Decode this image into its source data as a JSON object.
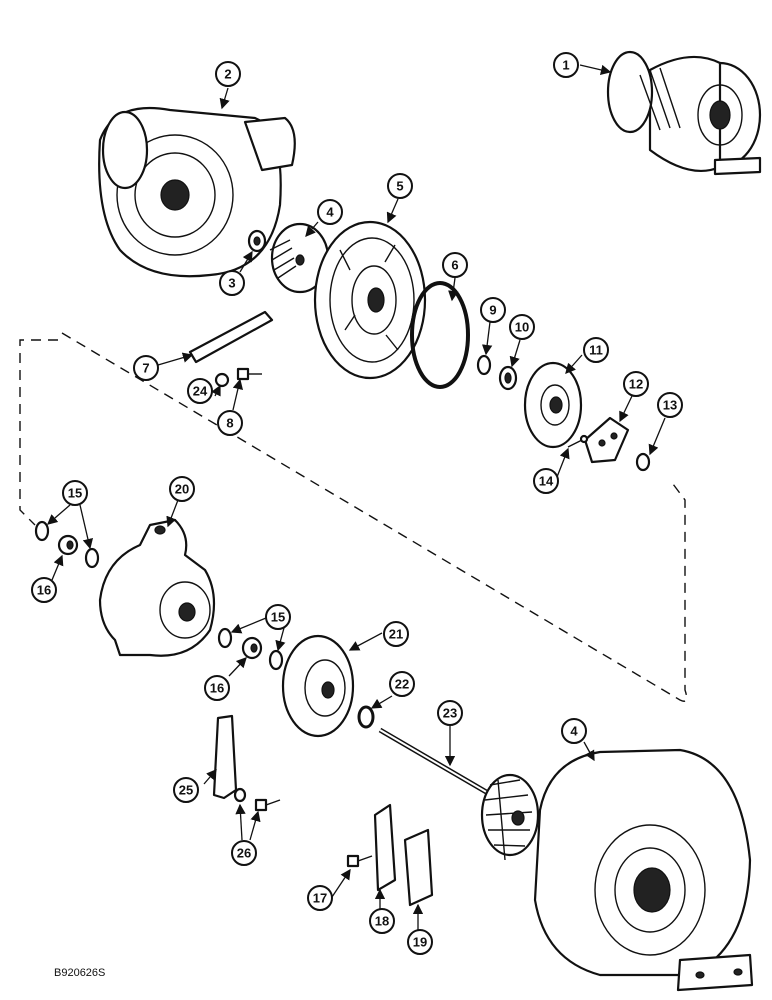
{
  "figure_code": "B920626S",
  "callouts": [
    "1",
    "2",
    "3",
    "4",
    "5",
    "6",
    "7",
    "8",
    "9",
    "10",
    "11",
    "12",
    "13",
    "14",
    "15",
    "15",
    "16",
    "16",
    "17",
    "18",
    "19",
    "20",
    "21",
    "22",
    "23",
    "4",
    "24",
    "25",
    "26"
  ]
}
